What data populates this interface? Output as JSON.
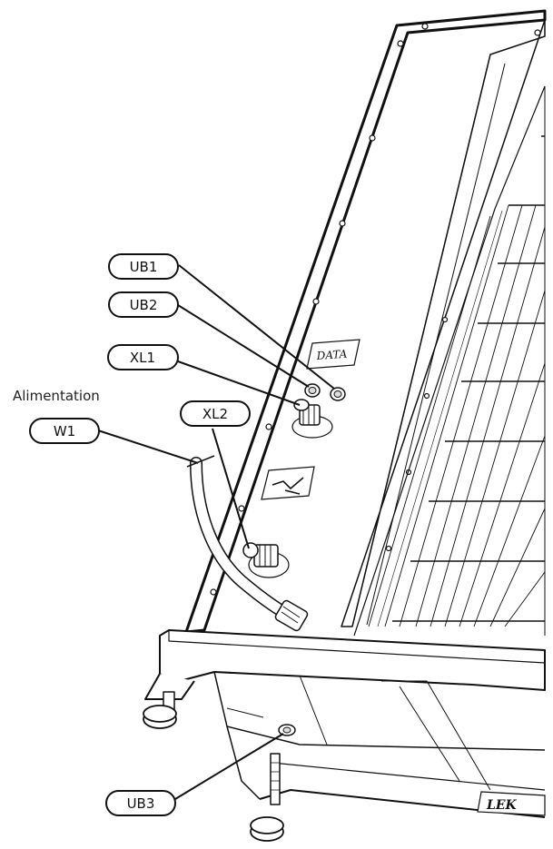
{
  "labels": {
    "ub1": "UB1",
    "ub2": "UB2",
    "xl1": "XL1",
    "xl2": "XL2",
    "w1": "W1",
    "ub3": "UB3",
    "supply": "Alimentation"
  },
  "stickers": {
    "data_plate": "DATA",
    "brand_plate": "LEK"
  },
  "colors": {
    "line": "#111111",
    "label_fill": "#ffffff"
  }
}
